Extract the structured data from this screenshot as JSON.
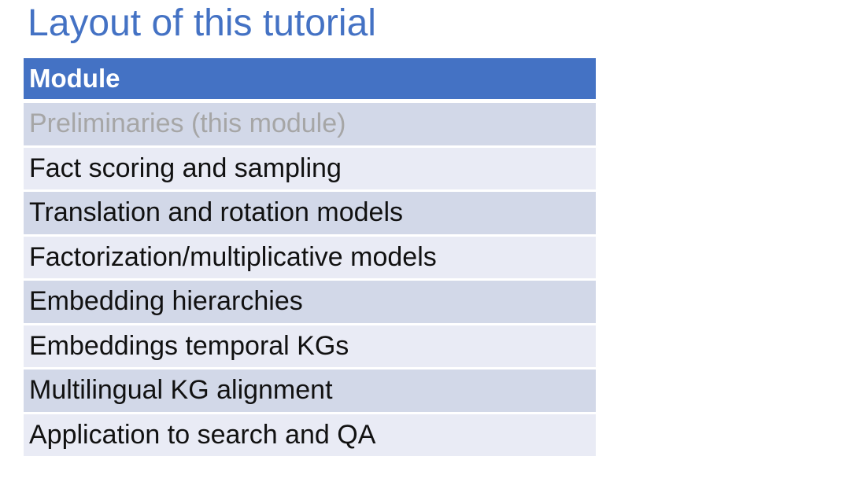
{
  "slide": {
    "title": "Layout of this tutorial"
  },
  "table": {
    "header": "Module",
    "rows": [
      {
        "label": "Preliminaries (this module)",
        "muted": true
      },
      {
        "label": "Fact scoring and sampling",
        "muted": false
      },
      {
        "label": "Translation and rotation models",
        "muted": false
      },
      {
        "label": "Factorization/multiplicative models",
        "muted": false
      },
      {
        "label": "Embedding hierarchies",
        "muted": false
      },
      {
        "label": "Embeddings temporal KGs",
        "muted": false
      },
      {
        "label": "Multilingual KG alignment",
        "muted": false
      },
      {
        "label": "Application to search and QA",
        "muted": false
      }
    ]
  },
  "colors": {
    "accent_blue": "#4472C4",
    "header_text": "#FFFFFF",
    "row_dark": "#D2D8E8",
    "row_light": "#E9EBF5",
    "body_text": "#111111",
    "muted_text": "#A6A6A6"
  }
}
